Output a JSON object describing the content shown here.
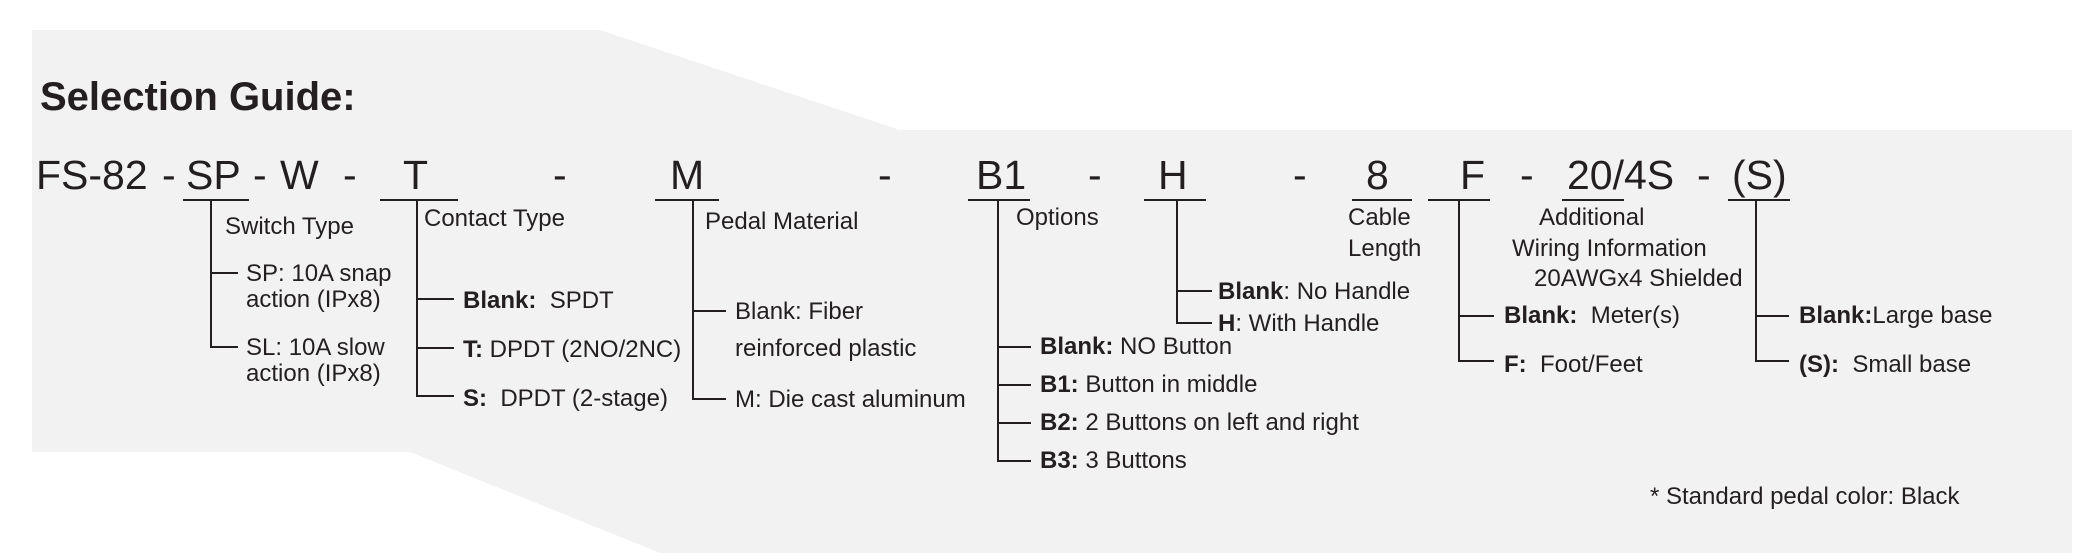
{
  "title": "Selection Guide:",
  "code": {
    "c1": "FS-82",
    "d1": "-",
    "sp": "SP",
    "d2": "-",
    "w": "W",
    "d3": "-",
    "t": "T",
    "d4": "-",
    "m": "M",
    "d5": "-",
    "b1": "B1",
    "d6": "-",
    "h": "H",
    "d7": "-",
    "n8": "8",
    "f": "F",
    "d8": "-",
    "wiring": "20/4S",
    "d9": "-",
    "s": "(S)"
  },
  "groups": {
    "switch_type": {
      "label": "Switch Type",
      "sp": {
        "line1": "SP:  10A snap",
        "line2": "action  (IPx8)"
      },
      "sl": {
        "line1": "SL:  10A slow",
        "line2": "action  (IPx8)"
      }
    },
    "contact_type": {
      "label": "Contact Type",
      "blank": {
        "key": "Blank:",
        "text": "SPDT"
      },
      "t": {
        "key": "T:",
        "text": "DPDT (2NO/2NC)"
      },
      "s": {
        "key": "S:",
        "text": "DPDT (2-stage)"
      }
    },
    "pedal_material": {
      "label": "Pedal Material",
      "blank": {
        "line1": "Blank:  Fiber",
        "line2": "reinforced plastic"
      },
      "m": "M: Die cast aluminum"
    },
    "options": {
      "label": "Options",
      "blank": {
        "key": "Blank:",
        "text": "NO Button"
      },
      "b1": {
        "key": "B1:",
        "text": "Button in middle"
      },
      "b2": {
        "key": "B2:",
        "text": "2 Buttons on left and right"
      },
      "b3": {
        "key": "B3:",
        "text": "3 Buttons"
      }
    },
    "handle": {
      "blank": {
        "key": "Blank",
        "text": ": No Handle"
      },
      "h": {
        "key": "H",
        "text": ": With Handle"
      }
    },
    "cable_length": {
      "line1": "Cable",
      "line2": "Length"
    },
    "unit": {
      "blank": {
        "key": "Blank:",
        "text": "Meter(s)"
      },
      "f": {
        "key": "F:",
        "text": "Foot/Feet"
      }
    },
    "wiring": {
      "line1": "Additional",
      "line2": "Wiring Information",
      "line3": "20AWGx4 Shielded"
    },
    "base": {
      "blank": {
        "key": "Blank:",
        "text": "Large base"
      },
      "s": {
        "key": "(S):",
        "text": "Small base"
      }
    }
  },
  "note": "* Standard pedal color: Black",
  "colors": {
    "panel": "#f2f2f2",
    "ink": "#231f20"
  }
}
